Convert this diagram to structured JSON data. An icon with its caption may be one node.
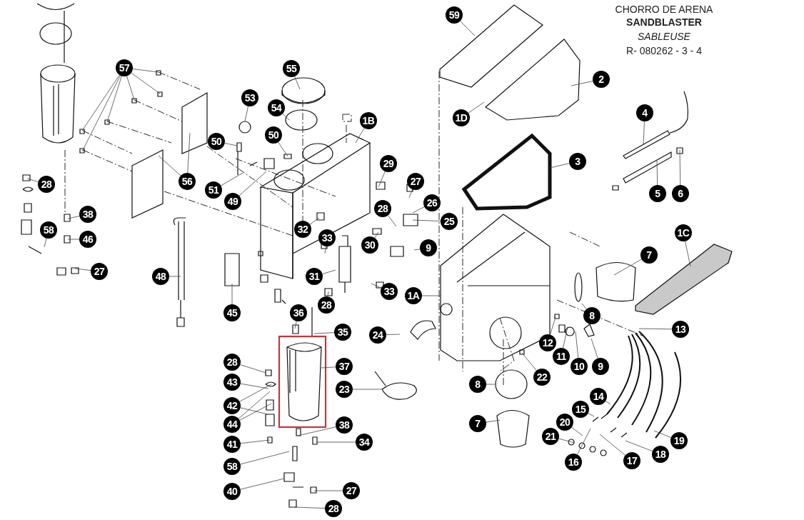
{
  "diagram": {
    "nodes": [
      {
        "text": [
          "59"
        ]
      },
      {
        "text": [
          "57"
        ]
      },
      {
        "text": [
          "55"
        ]
      },
      {
        "text": [
          "2"
        ]
      },
      {
        "text": [
          "53"
        ]
      },
      {
        "text": [
          "54"
        ]
      },
      {
        "text": [
          "4"
        ]
      },
      {
        "text": [
          "1D"
        ]
      },
      {
        "text": [
          "1B"
        ]
      },
      {
        "text": [
          "50"
        ]
      },
      {
        "text": [
          "50"
        ]
      },
      {
        "text": [
          "3"
        ]
      },
      {
        "text": [
          "29"
        ]
      },
      {
        "text": [
          "56"
        ]
      },
      {
        "text": [
          "27"
        ]
      },
      {
        "text": [
          "28"
        ]
      },
      {
        "text": [
          "51"
        ]
      },
      {
        "text": [
          "5"
        ]
      },
      {
        "text": [
          "6"
        ]
      },
      {
        "text": [
          "49"
        ]
      },
      {
        "text": [
          "26"
        ]
      },
      {
        "text": [
          "28"
        ]
      },
      {
        "text": [
          "38"
        ]
      },
      {
        "text": [
          "25"
        ]
      },
      {
        "text": [
          "32"
        ]
      },
      {
        "text": [
          "58"
        ]
      },
      {
        "text": [
          "1C"
        ]
      },
      {
        "text": [
          "33"
        ]
      },
      {
        "text": [
          "46"
        ]
      },
      {
        "text": [
          "30"
        ]
      },
      {
        "text": [
          "9"
        ]
      },
      {
        "text": [
          "7"
        ]
      },
      {
        "text": [
          "27"
        ]
      },
      {
        "text": [
          "48"
        ]
      },
      {
        "text": [
          "31"
        ]
      },
      {
        "text": [
          "33"
        ]
      },
      {
        "text": [
          "1A"
        ]
      },
      {
        "text": [
          "28"
        ]
      },
      {
        "text": [
          "45"
        ]
      },
      {
        "text": [
          "36"
        ]
      },
      {
        "text": [
          "8"
        ]
      },
      {
        "text": [
          "13"
        ]
      },
      {
        "text": [
          "35"
        ]
      },
      {
        "text": [
          "24"
        ]
      },
      {
        "text": [
          "12"
        ]
      },
      {
        "text": [
          "11"
        ]
      },
      {
        "text": [
          "28"
        ]
      },
      {
        "text": [
          "37"
        ]
      },
      {
        "text": [
          "10"
        ]
      },
      {
        "text": [
          "9"
        ]
      },
      {
        "text": [
          "22"
        ]
      },
      {
        "text": [
          "43"
        ]
      },
      {
        "text": [
          "8"
        ]
      },
      {
        "text": [
          "23"
        ]
      },
      {
        "text": [
          "14"
        ]
      },
      {
        "text": [
          "42"
        ]
      },
      {
        "text": [
          "15"
        ]
      },
      {
        "text": [
          "20"
        ]
      },
      {
        "text": [
          "7"
        ]
      },
      {
        "text": [
          "44"
        ]
      },
      {
        "text": [
          "38"
        ]
      },
      {
        "text": [
          "21"
        ]
      },
      {
        "text": [
          "19"
        ]
      },
      {
        "text": [
          "34"
        ]
      },
      {
        "text": [
          "41"
        ]
      },
      {
        "text": [
          "18"
        ]
      },
      {
        "text": [
          "17"
        ]
      },
      {
        "text": [
          "16"
        ]
      },
      {
        "text": [
          "58"
        ]
      },
      {
        "text": [
          "40"
        ]
      },
      {
        "text": [
          "27"
        ]
      },
      {
        "text": [
          "28"
        ]
      }
    ],
    "edges": [
      {
        "from": 0,
        "to": null,
        "arrow": "none"
      },
      {
        "from": 1,
        "to": null,
        "arrow": "none"
      },
      {
        "from": 1,
        "to": null,
        "arrow": "none"
      },
      {
        "from": 1,
        "to": null,
        "arrow": "none"
      },
      {
        "from": 1,
        "to": null,
        "arrow": "none"
      },
      {
        "from": 1,
        "to": null,
        "arrow": "none"
      },
      {
        "from": 1,
        "to": null,
        "arrow": "none"
      },
      {
        "from": 2,
        "to": null,
        "arrow": "none"
      },
      {
        "from": 3,
        "to": null,
        "arrow": "none"
      },
      {
        "from": 4,
        "to": null,
        "arrow": "none"
      },
      {
        "from": 5,
        "to": null,
        "arrow": "none"
      },
      {
        "from": 6,
        "to": null,
        "arrow": "none"
      },
      {
        "from": 7,
        "to": null,
        "arrow": "none"
      },
      {
        "from": 8,
        "to": null,
        "arrow": "none"
      },
      {
        "from": 9,
        "to": null,
        "arrow": "none"
      },
      {
        "from": 10,
        "to": null,
        "arrow": "none"
      },
      {
        "from": 11,
        "to": null,
        "arrow": "none"
      },
      {
        "from": 12,
        "to": null,
        "arrow": "none"
      },
      {
        "from": 13,
        "to": null,
        "arrow": "none"
      },
      {
        "from": 13,
        "to": null,
        "arrow": "none"
      },
      {
        "from": 14,
        "to": null,
        "arrow": "none"
      },
      {
        "from": 15,
        "to": null,
        "arrow": "none"
      },
      {
        "from": 16,
        "to": null,
        "arrow": "none"
      },
      {
        "from": 17,
        "to": null,
        "arrow": "none"
      },
      {
        "from": 18,
        "to": null,
        "arrow": "none"
      },
      {
        "from": 19,
        "to": null,
        "arrow": "none"
      },
      {
        "from": 20,
        "to": null,
        "arrow": "none"
      },
      {
        "from": 21,
        "to": null,
        "arrow": "none"
      },
      {
        "from": 22,
        "to": null,
        "arrow": "none"
      },
      {
        "from": 23,
        "to": null,
        "arrow": "none"
      },
      {
        "from": 24,
        "to": null,
        "arrow": "none"
      },
      {
        "from": 25,
        "to": null,
        "arrow": "none"
      },
      {
        "from": 26,
        "to": null,
        "arrow": "none"
      },
      {
        "from": 27,
        "to": null,
        "arrow": "none"
      },
      {
        "from": 28,
        "to": null,
        "arrow": "none"
      },
      {
        "from": 29,
        "to": null,
        "arrow": "none"
      },
      {
        "from": 30,
        "to": null,
        "arrow": "none"
      },
      {
        "from": 31,
        "to": null,
        "arrow": "none"
      },
      {
        "from": 32,
        "to": null,
        "arrow": "none"
      },
      {
        "from": 33,
        "to": null,
        "arrow": "none"
      },
      {
        "from": 34,
        "to": null,
        "arrow": "none"
      },
      {
        "from": 35,
        "to": null,
        "arrow": "none"
      },
      {
        "from": 36,
        "to": null,
        "arrow": "none"
      },
      {
        "from": 37,
        "to": null,
        "arrow": "none"
      },
      {
        "from": 38,
        "to": null,
        "arrow": "none"
      },
      {
        "from": 39,
        "to": null,
        "arrow": "none"
      },
      {
        "from": 40,
        "to": null,
        "arrow": "none"
      },
      {
        "from": 41,
        "to": null,
        "arrow": "none"
      },
      {
        "from": 42,
        "to": null,
        "arrow": "none"
      },
      {
        "from": 43,
        "to": null,
        "arrow": "none"
      },
      {
        "from": 44,
        "to": null,
        "arrow": "none"
      },
      {
        "from": 45,
        "to": null,
        "arrow": "none"
      },
      {
        "from": 46,
        "to": null,
        "arrow": "none"
      },
      {
        "from": 47,
        "to": null,
        "arrow": "none"
      },
      {
        "from": 48,
        "to": null,
        "arrow": "none"
      },
      {
        "from": 49,
        "to": null,
        "arrow": "none"
      },
      {
        "from": 50,
        "to": null,
        "arrow": "none"
      },
      {
        "from": 51,
        "to": null,
        "arrow": "none"
      },
      {
        "from": 52,
        "to": null,
        "arrow": "none"
      },
      {
        "from": 53,
        "to": null,
        "arrow": "none"
      },
      {
        "from": 54,
        "to": null,
        "arrow": "none"
      },
      {
        "from": 55,
        "to": null,
        "arrow": "none"
      },
      {
        "from": 55,
        "to": null,
        "arrow": "none"
      },
      {
        "from": 56,
        "to": null,
        "arrow": "none"
      },
      {
        "from": 57,
        "to": null,
        "arrow": "none"
      },
      {
        "from": 58,
        "to": null,
        "arrow": "none"
      },
      {
        "from": 59,
        "to": null,
        "arrow": "none"
      },
      {
        "from": 59,
        "to": null,
        "arrow": "none"
      },
      {
        "from": 60,
        "to": null,
        "arrow": "none"
      },
      {
        "from": 61,
        "to": null,
        "arrow": "none"
      },
      {
        "from": 62,
        "to": null,
        "arrow": "none"
      },
      {
        "from": 63,
        "to": null,
        "arrow": "none"
      },
      {
        "from": 64,
        "to": null,
        "arrow": "none"
      },
      {
        "from": 65,
        "to": null,
        "arrow": "none"
      },
      {
        "from": 66,
        "to": null,
        "arrow": "none"
      },
      {
        "from": 67,
        "to": null,
        "arrow": "none"
      },
      {
        "from": 68,
        "to": null,
        "arrow": "none"
      },
      {
        "from": 69,
        "to": null,
        "arrow": "none"
      },
      {
        "from": 70,
        "to": null,
        "arrow": "none"
      },
      {
        "from": 71,
        "to": null,
        "arrow": "none"
      }
    ],
    "labels": [
      "CHORRO DE ARENA",
      "SANDBLASTER",
      "SABLEUSE",
      "R- 080262 - 3 - 4"
    ]
  }
}
